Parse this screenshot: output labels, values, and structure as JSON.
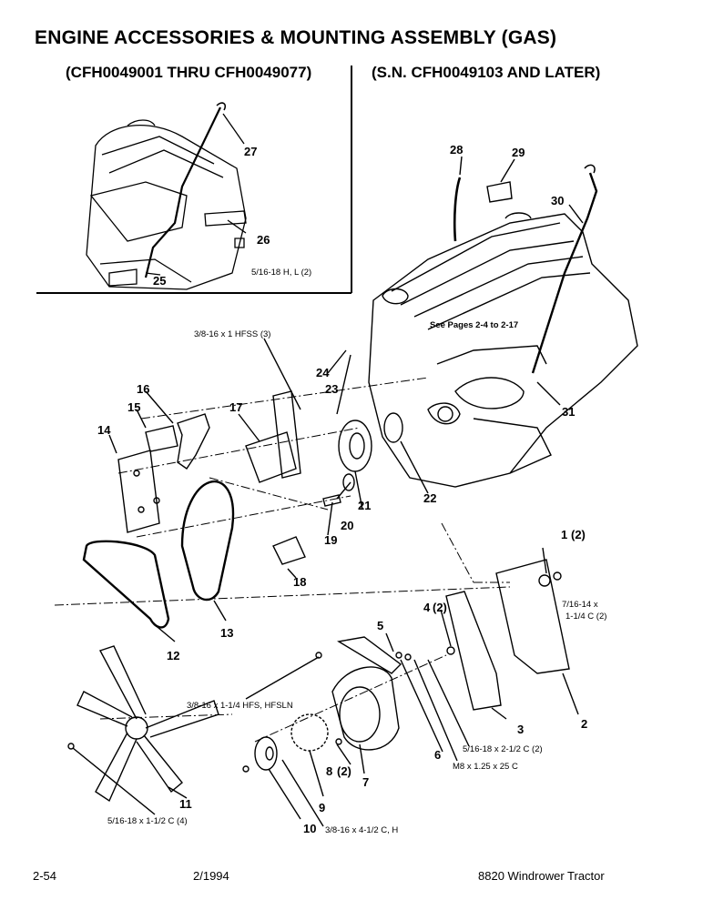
{
  "title": "ENGINE ACCESSORIES & MOUNTING ASSEMBLY (GAS)",
  "subtitles": {
    "left": "(CFH0049001 THRU CFH0049077)",
    "right": "(S.N. CFH0049103 AND LATER)"
  },
  "callouts": {
    "c1": "1",
    "c1_qty": "(2)",
    "c2": "2",
    "c3": "3",
    "c4": "4",
    "c4_qty": "(2)",
    "c5": "5",
    "c6": "6",
    "c7": "7",
    "c8": "8",
    "c8_qty": "(2)",
    "c9": "9",
    "c10": "10",
    "c11": "11",
    "c12": "12",
    "c13": "13",
    "c14": "14",
    "c15": "15",
    "c16": "16",
    "c17": "17",
    "c18": "18",
    "c19": "19",
    "c20": "20",
    "c21": "21",
    "c22": "22",
    "c23": "23",
    "c24": "24",
    "c25": "25",
    "c26": "26",
    "c27": "27",
    "c28": "28",
    "c29": "29",
    "c30": "30",
    "c31": "31"
  },
  "specs": {
    "hfss": "3/8-16 x 1 HFSS (3)",
    "see_pages": "See Pages 2-4 to 2-17",
    "hl": "5/16-18 H, L (2)",
    "c1_size_a": "7/16-14 x",
    "c1_size_b": "1-1/4 C (2)",
    "hfs_hfsln": "3/8-16 x 1-1/4 HFS, HFSLN",
    "c3_bolt": "5/16-18 x 2-1/2 C (2)",
    "m8": "M8 x 1.25 x 25 C",
    "fan_bolt": "5/16-18 x 1-1/2 C (4)",
    "pulley_bolt": "3/8-16 x 4-1/2 C, H"
  },
  "footer": {
    "page": "2-54",
    "date": "2/1994",
    "product": "8820 Windrower Tractor"
  }
}
